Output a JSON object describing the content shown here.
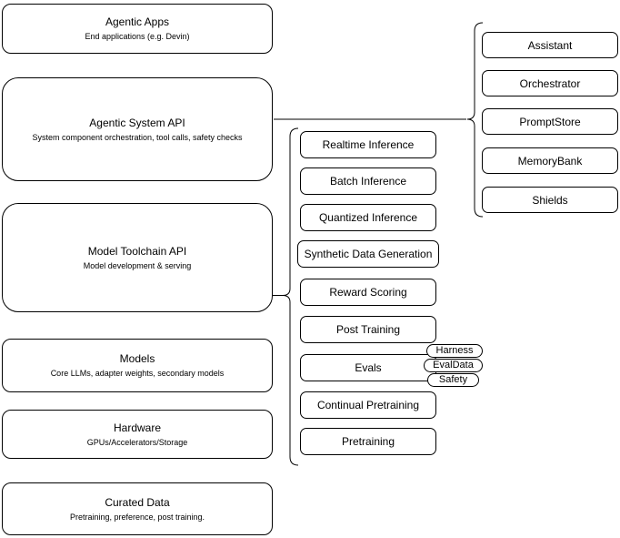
{
  "diagram": {
    "stack": [
      {
        "title": "Agentic Apps",
        "subtitle": "End applications (e.g. Devin)"
      },
      {
        "title": "Agentic System API",
        "subtitle": "System component orchestration, tool calls, safety checks"
      },
      {
        "title": "Model Toolchain API",
        "subtitle": "Model development & serving"
      },
      {
        "title": "Models",
        "subtitle": "Core LLMs, adapter weights, secondary models"
      },
      {
        "title": "Hardware",
        "subtitle": "GPUs/Accelerators/Storage"
      },
      {
        "title": "Curated Data",
        "subtitle": "Pretraining, preference, post training."
      }
    ],
    "toolchain": {
      "items": [
        "Realtime Inference",
        "Batch Inference",
        "Quantized Inference",
        "Synthetic Data Generation",
        "Reward Scoring",
        "Post Training",
        "Evals",
        "Continual Pretraining",
        "Pretraining"
      ],
      "evals_tags": [
        "Harness",
        "EvalData",
        "Safety"
      ]
    },
    "system_components": [
      "Assistant",
      "Orchestrator",
      "PromptStore",
      "MemoryBank",
      "Shields"
    ]
  },
  "colors": {
    "stroke": "#000000",
    "fill": "#ffffff",
    "text": "#000000"
  }
}
